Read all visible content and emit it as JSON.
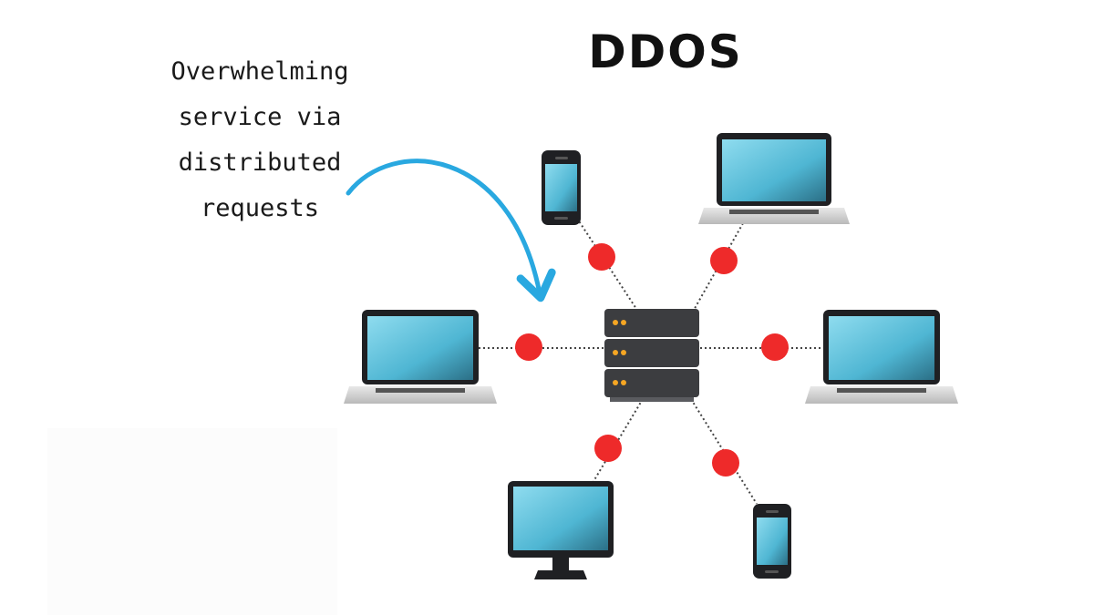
{
  "title": "DDOS",
  "caption": [
    "Overwhelming",
    "service via",
    "distributed",
    "requests"
  ],
  "colors": {
    "arrow": "#29a8e0",
    "packet": "#ee2a2a",
    "server": "#3c3d40",
    "server_led": "#f5a623",
    "screen": "#5bc4de",
    "device_body": "#1f2023"
  },
  "diagram": {
    "center": "server-icon",
    "nodes": [
      "smartphone-icon",
      "laptop-icon",
      "laptop-icon",
      "laptop-icon",
      "desktop-monitor-icon",
      "smartphone-icon"
    ]
  }
}
